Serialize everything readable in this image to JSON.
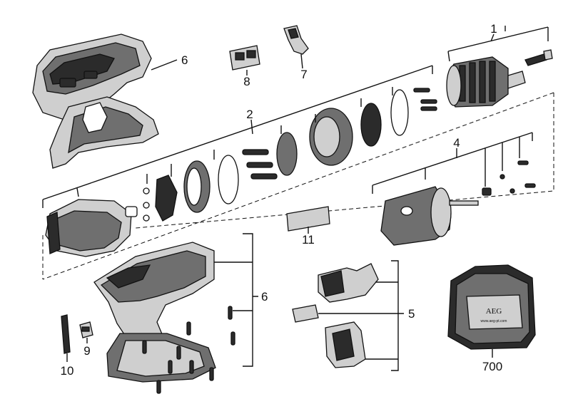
{
  "diagram": {
    "callouts": {
      "c1": "1",
      "c2": "2",
      "c4": "4",
      "c5": "5",
      "c6_top": "6",
      "c6_bottom": "6",
      "c7": "7",
      "c8": "8",
      "c9": "9",
      "c10": "10",
      "c11": "11",
      "c700": "700"
    },
    "case_brand": "AEG",
    "case_url": "www.aeg-pt.com"
  }
}
